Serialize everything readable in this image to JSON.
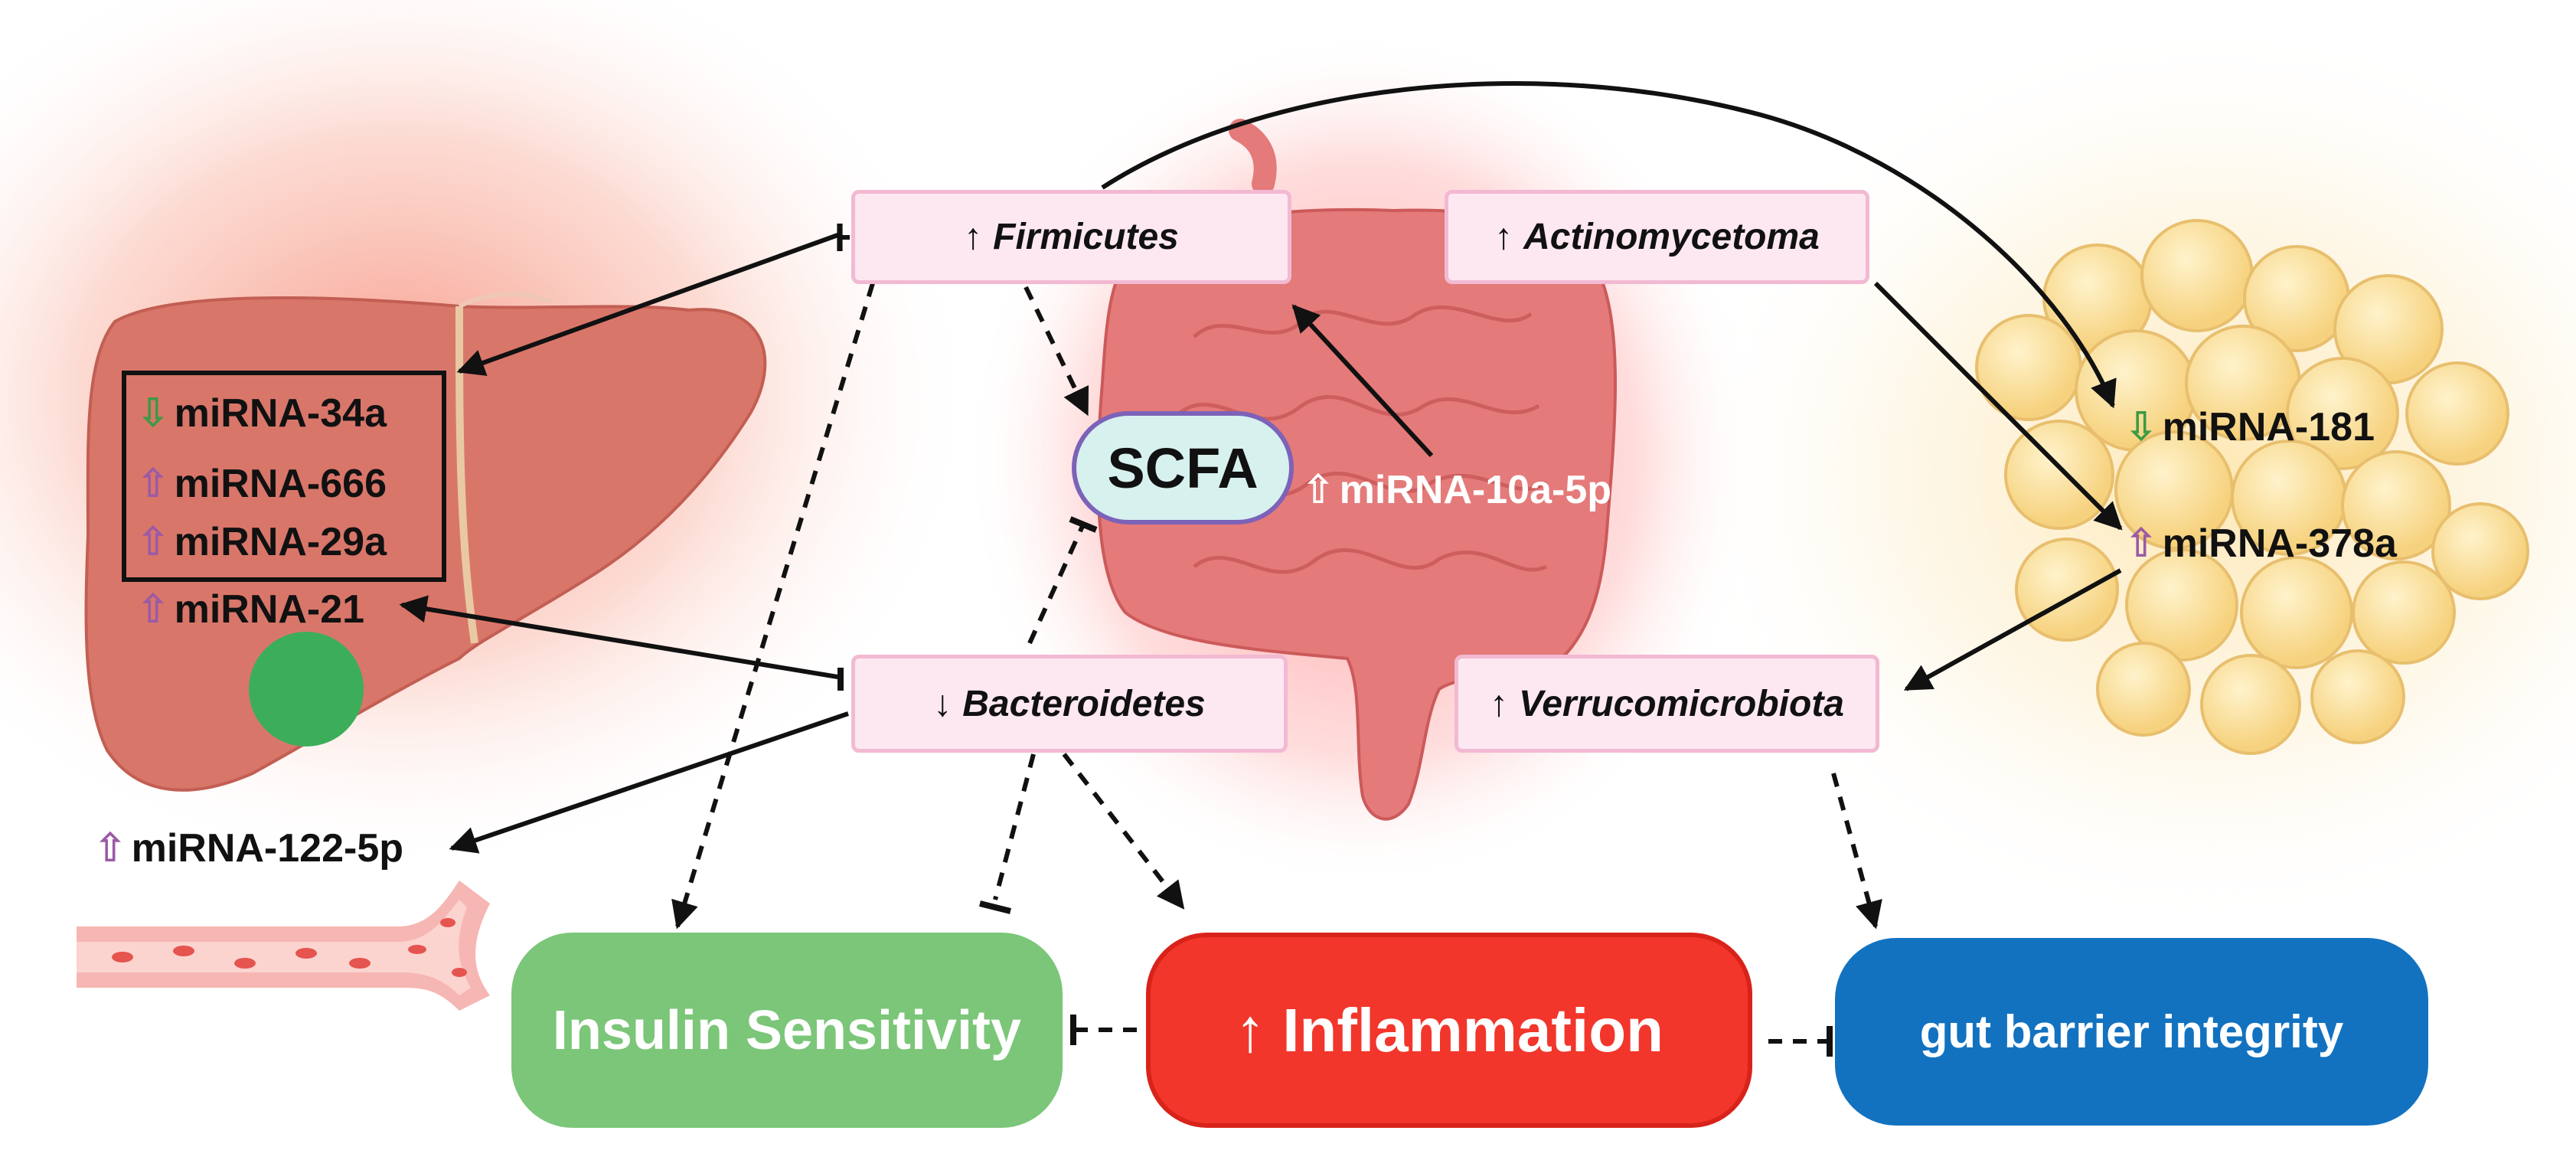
{
  "liver_mirnas": [
    {
      "dir": "⇩",
      "name": "miRNA-34a"
    },
    {
      "dir": "⇧",
      "name": "miRNA-666"
    },
    {
      "dir": "⇧",
      "name": "miRNA-29a"
    },
    {
      "dir": "⇧",
      "name": "miRNA-21"
    }
  ],
  "blood_mirna": {
    "dir": "⇧",
    "name": "miRNA-122-5p"
  },
  "gut_mirna": {
    "dir": "⇧",
    "name": "miRNA-10a-5p"
  },
  "adipose_mirnas": [
    {
      "dir": "⇩",
      "name": "miRNA-181"
    },
    {
      "dir": "⇧",
      "name": "miRNA-378a"
    }
  ],
  "bacteria": {
    "firmicutes": {
      "arrow": "↑",
      "name": "Firmicutes"
    },
    "actinomycetoma": {
      "arrow": "↑",
      "name": "Actinomycetoma"
    },
    "bacteroidetes": {
      "arrow": "↓",
      "name": "Bacteroidetes"
    },
    "verrucomicrobiota": {
      "arrow": "↑",
      "name": "Verrucomicrobiota"
    }
  },
  "scfa": "SCFA",
  "outcomes": {
    "insulin": "Insulin Sensitivity",
    "inflammation": "↑ Inflammation",
    "gut_barrier": "gut barrier integrity"
  },
  "colors": {
    "up_arrow": "#9b5aa6",
    "down_arrow": "#3d9a45",
    "insulin_box": "#7bc678",
    "inflammation_box": "#f2362b",
    "gut_barrier_box": "#1272c0",
    "bacteria_box": "#fde8f2"
  }
}
